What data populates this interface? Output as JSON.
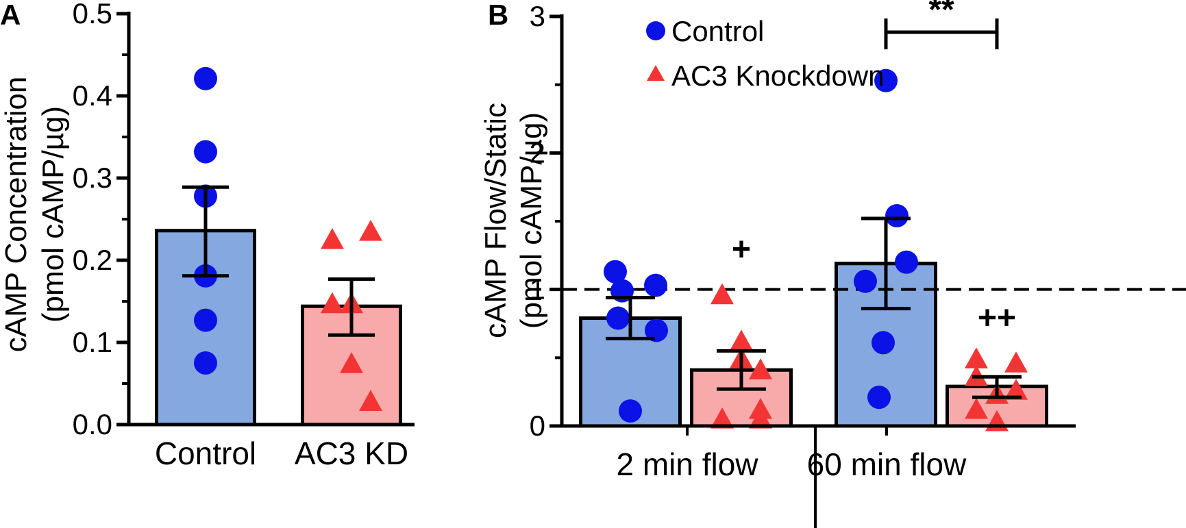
{
  "colors": {
    "control_bar": "#84a8df",
    "kd_bar": "#f8a9a9",
    "control_marker": "#0b12e6",
    "kd_marker": "#f23434",
    "ink": "#000000"
  },
  "chart_data": [
    {
      "panel": "A",
      "type": "bar",
      "ylabel": "cAMP Concentration",
      "ylabel_units": "(pmol cAMP/µg)",
      "ylim": [
        0,
        0.5
      ],
      "yticks": [
        "0.0",
        "0.1",
        "0.2",
        "0.3",
        "0.4",
        "0.5"
      ],
      "categories": [
        "Control",
        "AC3 KD"
      ],
      "bars": [
        {
          "group": "Control",
          "mean": 0.236,
          "sem_low": 0.181,
          "sem_high": 0.289,
          "points": [
            0.421,
            0.332,
            0.278,
            0.181,
            0.127,
            0.075
          ],
          "marker": "circle"
        },
        {
          "group": "AC3 KD",
          "mean": 0.144,
          "sem_low": 0.109,
          "sem_high": 0.177,
          "points": [
            0.225,
            0.235,
            0.147,
            0.147,
            0.074,
            0.028
          ],
          "marker": "triangle"
        }
      ]
    },
    {
      "panel": "B",
      "type": "bar",
      "ylabel": "cAMP Flow/Static",
      "ylabel_units": "(pmol cAMP/µg)",
      "ylim": [
        0,
        3
      ],
      "yticks": [
        "0",
        "1",
        "2",
        "3"
      ],
      "reference_line": 1,
      "categories": [
        "2 min flow",
        "60 min flow"
      ],
      "legend": [
        {
          "label": "Control",
          "marker": "circle"
        },
        {
          "label": "AC3 Knockdown",
          "marker": "triangle"
        }
      ],
      "bars": [
        {
          "category": "2 min flow",
          "group": "Control",
          "mean": 0.79,
          "sem_low": 0.64,
          "sem_high": 0.94,
          "points": [
            1.13,
            0.99,
            1.03,
            0.79,
            0.7,
            0.11
          ],
          "marker": "circle"
        },
        {
          "category": "2 min flow",
          "group": "AC3 Knockdown",
          "mean": 0.41,
          "sem_low": 0.27,
          "sem_high": 0.55,
          "points": [
            0.96,
            0.62,
            0.49,
            0.41,
            0.12,
            0.05,
            0.05
          ],
          "marker": "triangle"
        },
        {
          "category": "60 min flow",
          "group": "Control",
          "mean": 1.19,
          "sem_low": 0.86,
          "sem_high": 1.52,
          "points": [
            2.53,
            1.54,
            1.2,
            1.06,
            0.61,
            0.21
          ],
          "marker": "circle"
        },
        {
          "category": "60 min flow",
          "group": "AC3 Knockdown",
          "mean": 0.29,
          "sem_low": 0.21,
          "sem_high": 0.36,
          "points": [
            0.49,
            0.46,
            0.36,
            0.26,
            0.23,
            0.12,
            0.03
          ],
          "marker": "triangle"
        }
      ],
      "annotations": {
        "kd_2min": "+",
        "kd_60min": "++",
        "bracket_60min": "**"
      }
    }
  ]
}
